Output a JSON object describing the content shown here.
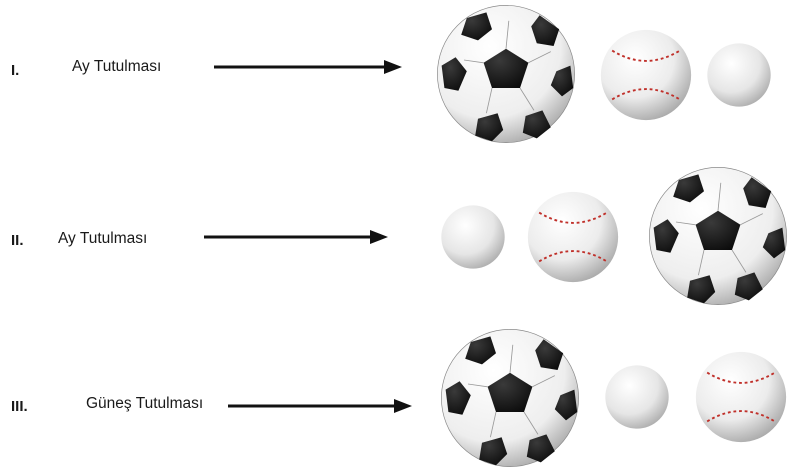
{
  "rows": [
    {
      "numeral": "I.",
      "label": "Ay Tutulması",
      "order": [
        "soccer-ball",
        "baseball",
        "white-ball"
      ]
    },
    {
      "numeral": "II.",
      "label": "Ay Tutulması",
      "order": [
        "white-ball",
        "baseball",
        "soccer-ball"
      ]
    },
    {
      "numeral": "III.",
      "label": "Güneş Tutulması",
      "order": [
        "soccer-ball",
        "white-ball",
        "baseball"
      ]
    }
  ],
  "colors": {
    "text": "#1a1a1a",
    "stitch": "#c0302a",
    "patch": "#111111"
  }
}
